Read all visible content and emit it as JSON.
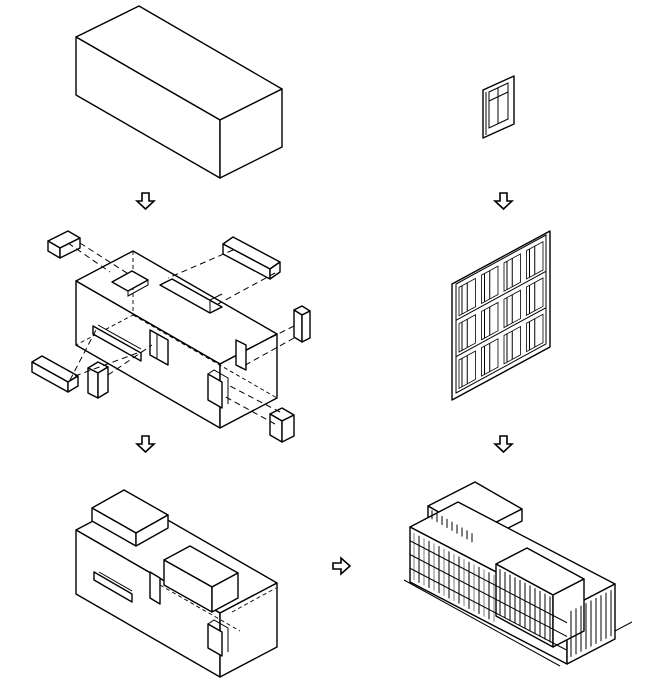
{
  "diagram": {
    "left_column": [
      "massing-block",
      "exploded-block-with-volumes",
      "carved-massing"
    ],
    "right_column": [
      "window-module",
      "facade-grid",
      "final-building"
    ],
    "connectors": [
      "arrow-down",
      "arrow-down",
      "arrow-right",
      "arrow-down",
      "arrow-down"
    ]
  }
}
